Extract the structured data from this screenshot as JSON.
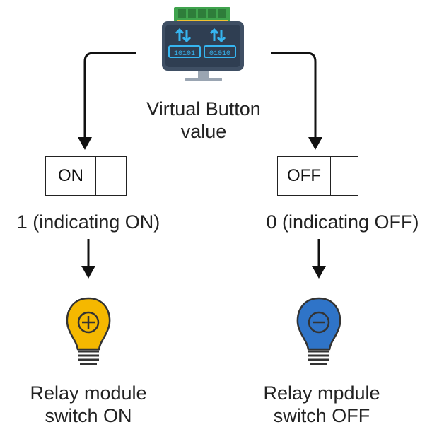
{
  "source": {
    "label_line1": "Virtual Button",
    "label_line2": "value",
    "icon": "computer-server-icon",
    "bits_left": "10101",
    "bits_right": "01010"
  },
  "branches": {
    "on": {
      "toggle_label": "ON",
      "value_text": "1 (indicating ON)",
      "bulb_icon": "bulb-plus-icon",
      "bulb_color": "#F5B800",
      "result_line1": "Relay module",
      "result_line2": "switch ON"
    },
    "off": {
      "toggle_label": "OFF",
      "value_text": "0 (indicating OFF)",
      "bulb_icon": "bulb-minus-icon",
      "bulb_color": "#2F74C8",
      "result_line1": "Relay mpdule",
      "result_line2": "switch OFF"
    }
  },
  "colors": {
    "arrow": "#111111",
    "monitor_frame": "#3F4F64",
    "monitor_screen": "#2F3E52",
    "chip_green": "#3FA34D",
    "data_blue": "#36B5F0"
  }
}
